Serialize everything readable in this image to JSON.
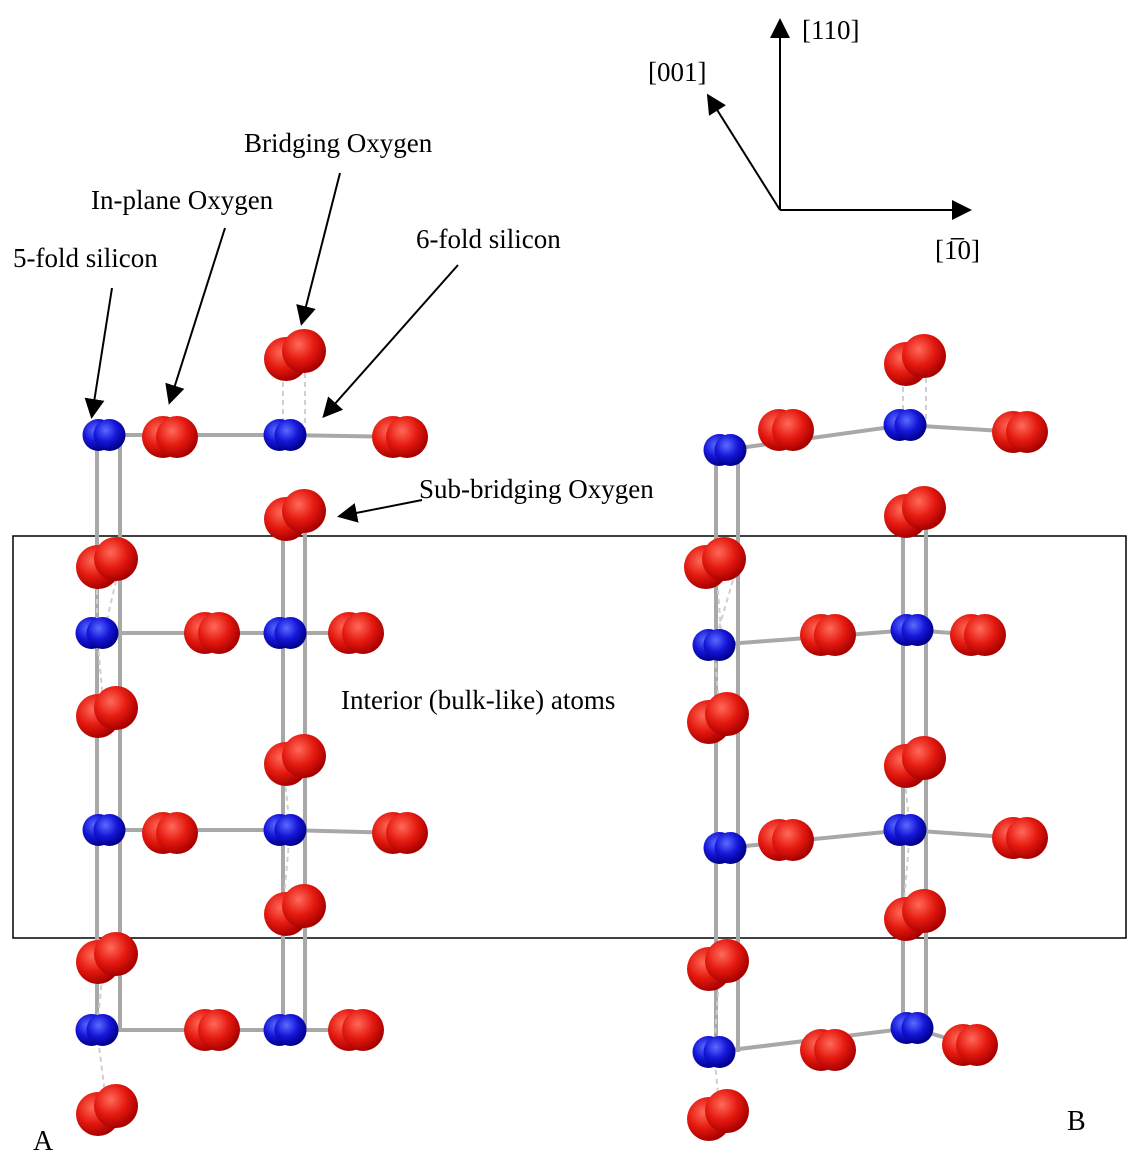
{
  "labels": {
    "five_fold_silicon": "5-fold silicon",
    "in_plane_oxygen": "In-plane Oxygen",
    "bridging_oxygen": "Bridging Oxygen",
    "six_fold_silicon": "6-fold silicon",
    "sub_bridging_oxygen": "Sub-bridging Oxygen",
    "interior_atoms": "Interior (bulk-like) atoms"
  },
  "axes": {
    "up": "[110]",
    "diag": "[001]",
    "right": "[1̅0]"
  },
  "panels": {
    "a": "A",
    "b": "B"
  },
  "colors": {
    "silicon": "#1010cc",
    "oxygen": "#e01010",
    "bond": "#aaaaaa"
  }
}
